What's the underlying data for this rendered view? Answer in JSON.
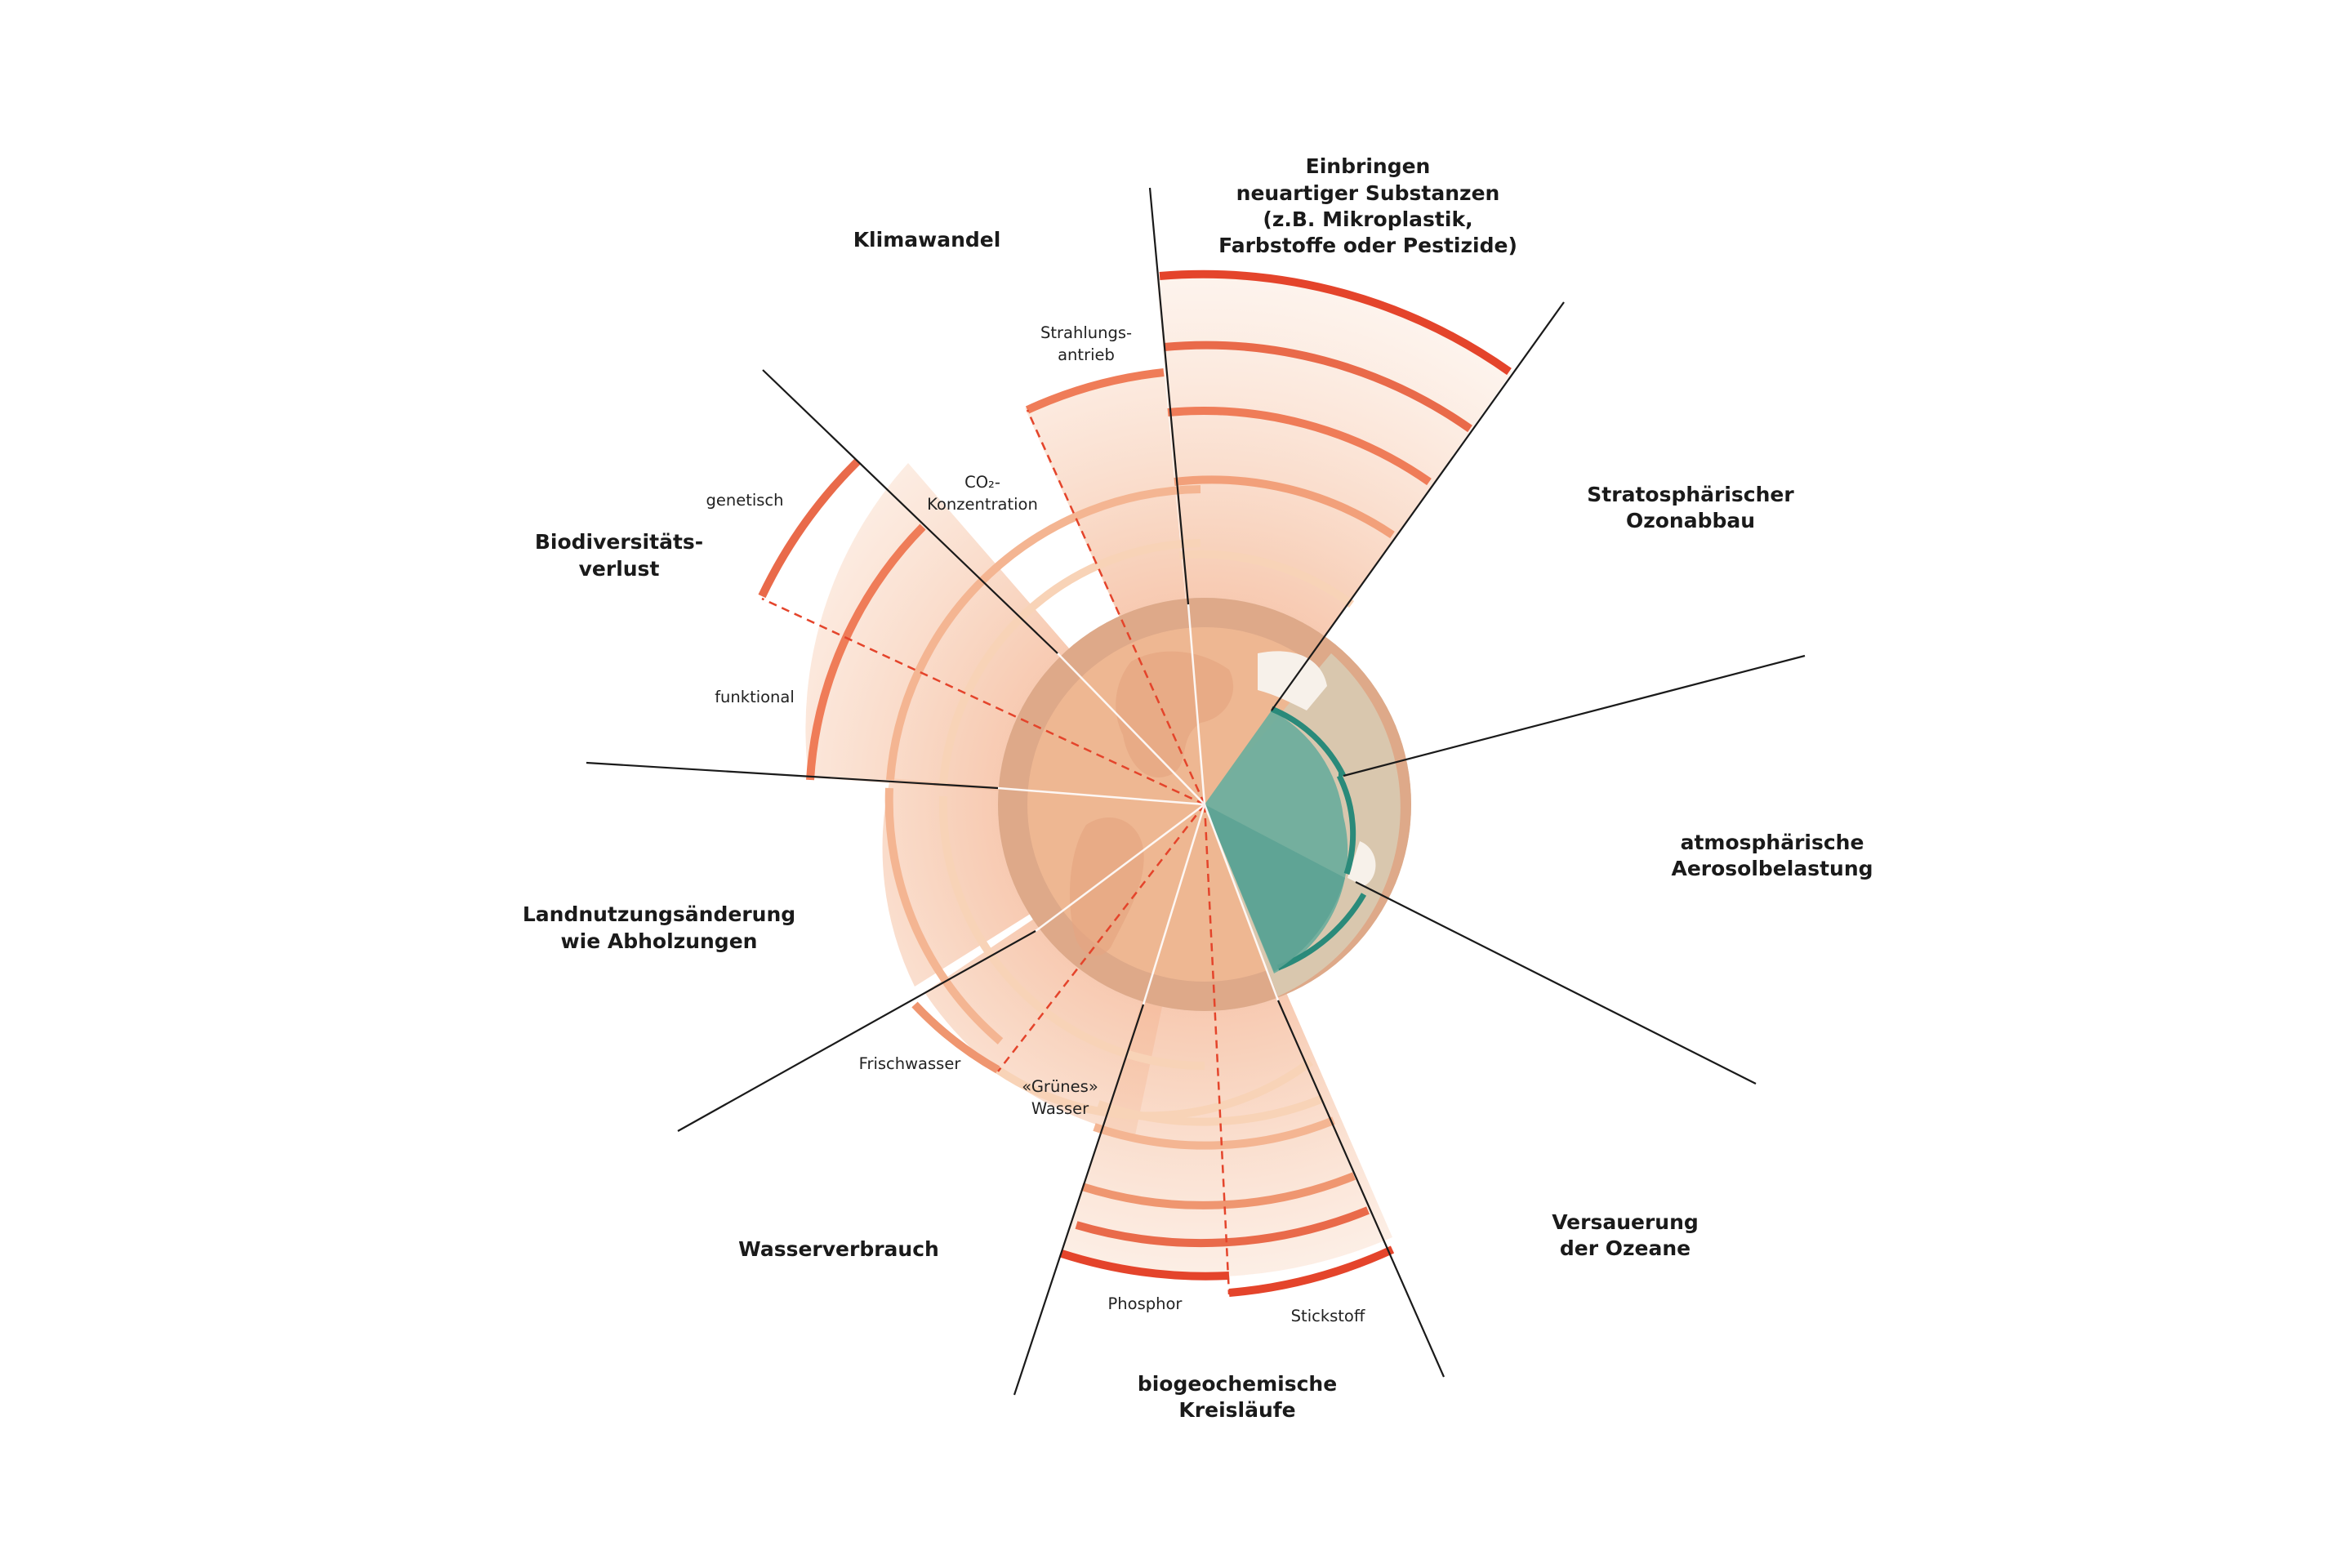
{
  "colors": {
    "ring_outer_red": "#e4442b",
    "ring_high": "#e96a4a",
    "ring_mid": "#ef9670",
    "ring_light": "#f4b592",
    "ring_faint": "#f8d3b7",
    "globe_land": "#f2c0a0",
    "globe_ring": "#c99c82",
    "ozone_green": "#2a8a7a",
    "ozone_fill": "#6fae9d",
    "beige": "#d9c7ae",
    "line": "#1a1a1a",
    "dash": "#e4442b"
  },
  "labels": {
    "klima": "Klimawandel",
    "substanzen": [
      "Einbringen",
      "neuartiger Substanzen",
      "(z.B. Mikroplastik,",
      "Farbstoffe oder Pestizide)"
    ],
    "ozon": [
      "Stratosphärischer",
      "Ozonabbau"
    ],
    "aerosol": [
      "atmosphärische",
      "Aerosolbelastung"
    ],
    "ozeane": [
      "Versauerung",
      "der Ozeane"
    ],
    "biogeo": [
      "biogeochemische",
      "Kreisläufe"
    ],
    "wasser": "Wasserverbrauch",
    "landnutzung": [
      "Landnutzungsänderung",
      "wie Abholzungen"
    ],
    "biodiv": [
      "Biodiversitäts-",
      "verlust"
    ]
  },
  "sublabels": {
    "strahlung": [
      "Strahlungs-",
      "antrieb"
    ],
    "co2": [
      "CO₂-",
      "Konzentration"
    ],
    "genetisch": "genetisch",
    "funktional": "funktional",
    "frischwasser": "Frischwasser",
    "gruenes": [
      "«Grünes»",
      "Wasser"
    ],
    "phosphor": "Phosphor",
    "stickstoff": "Stickstoff"
  }
}
